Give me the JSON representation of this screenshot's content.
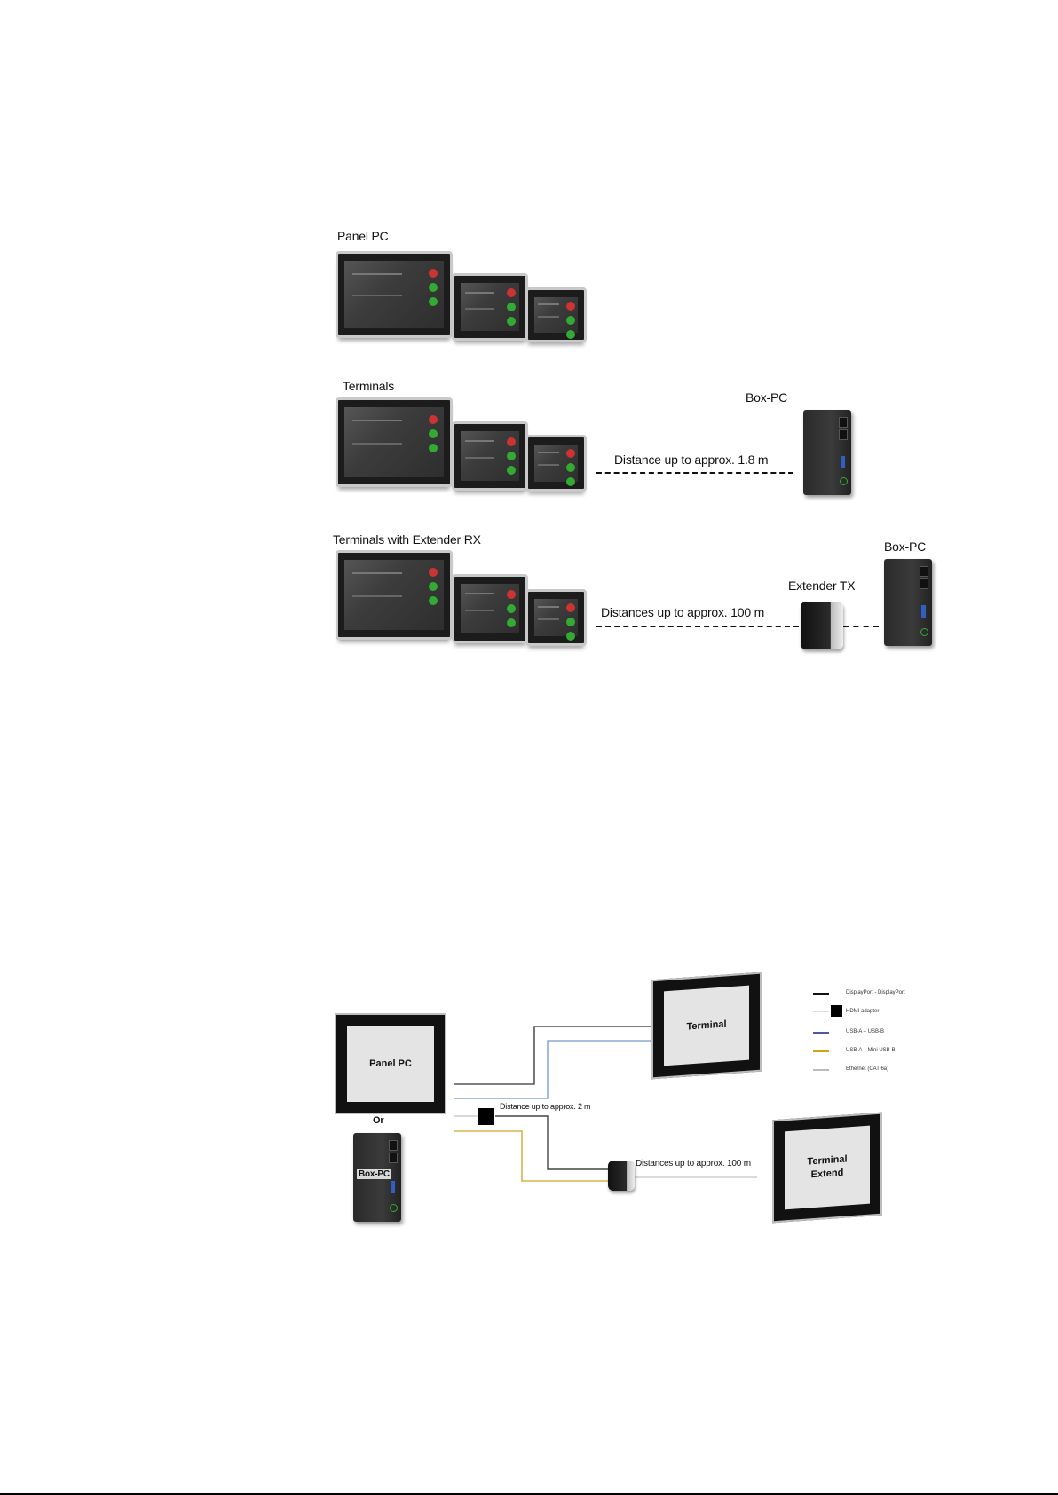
{
  "overview": {
    "panel_pc_label": "Panel PC",
    "terminals_label": "Terminals",
    "box_pc_label_1": "Box-PC",
    "distance_1": "Distance up to approx. 1.8 m",
    "terminals_extender_label": "Terminals with Extender RX",
    "box_pc_label_2": "Box-PC",
    "extender_tx_label": "Extender TX",
    "distance_2": "Distances up to approx.  100 m"
  },
  "wiring": {
    "panel_pc": "Panel PC",
    "or": "Or",
    "box_pc": "Box-PC",
    "terminal": "Terminal",
    "terminal_extend_1": "Terminal",
    "terminal_extend_2": "Extend",
    "distance_short": "Distance up to approx. 2 m",
    "distance_long": "Distances up to approx. 100 m"
  },
  "legend": [
    {
      "label": "DisplayPort - DisplayPort",
      "color": "#111111"
    },
    {
      "label": "HDMI adapter",
      "color": "#dddddd"
    },
    {
      "label": "USB-A – USB-B",
      "color": "#4b5aa8"
    },
    {
      "label": "USB-A – Mini USB-B",
      "color": "#d4a21a"
    },
    {
      "label": "Ethernet (CAT 6a)",
      "color": "#bbbbbb"
    }
  ]
}
